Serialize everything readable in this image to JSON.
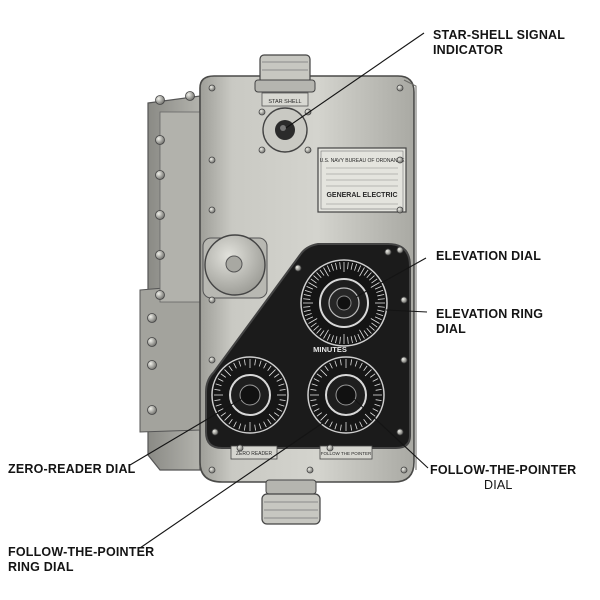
{
  "labels": {
    "star_shell": {
      "line1": "STAR-SHELL SIGNAL",
      "line2": "INDICATOR"
    },
    "elevation_dial": {
      "line1": "ELEVATION DIAL"
    },
    "elevation_ring": {
      "line1": "ELEVATION RING",
      "line2": "DIAL"
    },
    "zero_reader": {
      "line1": "ZERO-READER DIAL"
    },
    "follow_pointer": {
      "line1": "FOLLOW-THE-POINTER",
      "line2": "DIAL"
    },
    "follow_pointer_ring": {
      "line1": "FOLLOW-THE-POINTER",
      "line2": "RING DIAL"
    }
  },
  "device_text": {
    "star_shell_plate": "STAR SHELL",
    "nameplate_title": "U.S. NAVY BUREAU OF ORDNANCE",
    "nameplate_brand": "GENERAL ELECTRIC",
    "minutes_label": "MINUTES",
    "zero_reader_plate": "ZERO READER",
    "follow_pointer_plate": "FOLLOW THE POINTER"
  },
  "colors": {
    "housing": "#b9b9b3",
    "housing_light": "#d6d6d0",
    "housing_dark": "#8d8d88",
    "dial_face": "#1b1b1b",
    "ink": "#141414"
  }
}
